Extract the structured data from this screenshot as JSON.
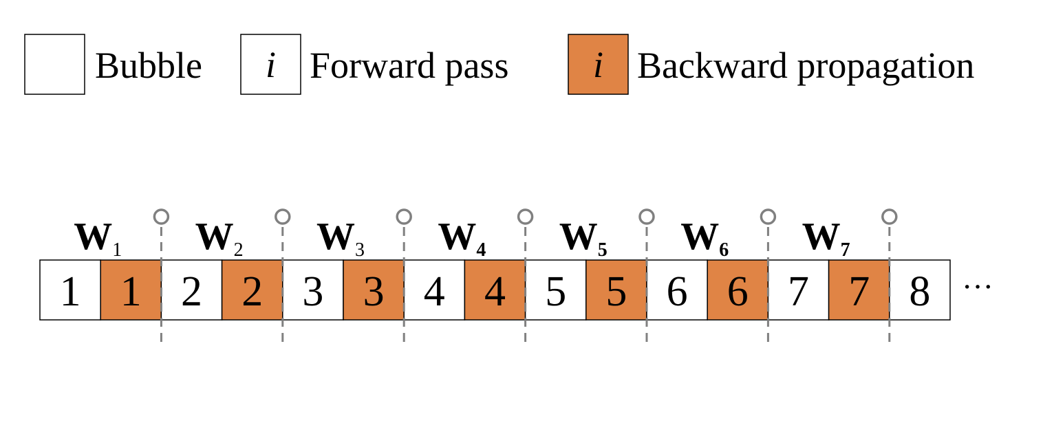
{
  "legend": [
    {
      "symbol": "",
      "label": "Bubble",
      "fill": "#ffffff"
    },
    {
      "symbol": "i",
      "label": "Forward pass",
      "fill": "#ffffff"
    },
    {
      "symbol": "i",
      "label": "Backward propagation",
      "fill": "#e08445"
    }
  ],
  "timeline": {
    "cells": [
      {
        "label": "1",
        "type": "forward"
      },
      {
        "label": "1",
        "type": "backward"
      },
      {
        "label": "2",
        "type": "forward"
      },
      {
        "label": "2",
        "type": "backward"
      },
      {
        "label": "3",
        "type": "forward"
      },
      {
        "label": "3",
        "type": "backward"
      },
      {
        "label": "4",
        "type": "forward"
      },
      {
        "label": "4",
        "type": "backward"
      },
      {
        "label": "5",
        "type": "forward"
      },
      {
        "label": "5",
        "type": "backward"
      },
      {
        "label": "6",
        "type": "forward"
      },
      {
        "label": "6",
        "type": "backward"
      },
      {
        "label": "7",
        "type": "forward"
      },
      {
        "label": "7",
        "type": "backward"
      },
      {
        "label": "8",
        "type": "forward"
      }
    ],
    "weights": [
      {
        "letter": "W",
        "sub": "1"
      },
      {
        "letter": "W",
        "sub": "2"
      },
      {
        "letter": "W",
        "sub": "3"
      },
      {
        "letter": "W",
        "sub": "4"
      },
      {
        "letter": "W",
        "sub": "5"
      },
      {
        "letter": "W",
        "sub": "6"
      },
      {
        "letter": "W",
        "sub": "7"
      }
    ],
    "ellipsis": "···"
  },
  "colors": {
    "backward": "#e08445",
    "forward": "#ffffff",
    "border": "#000000",
    "divider": "#808080"
  }
}
